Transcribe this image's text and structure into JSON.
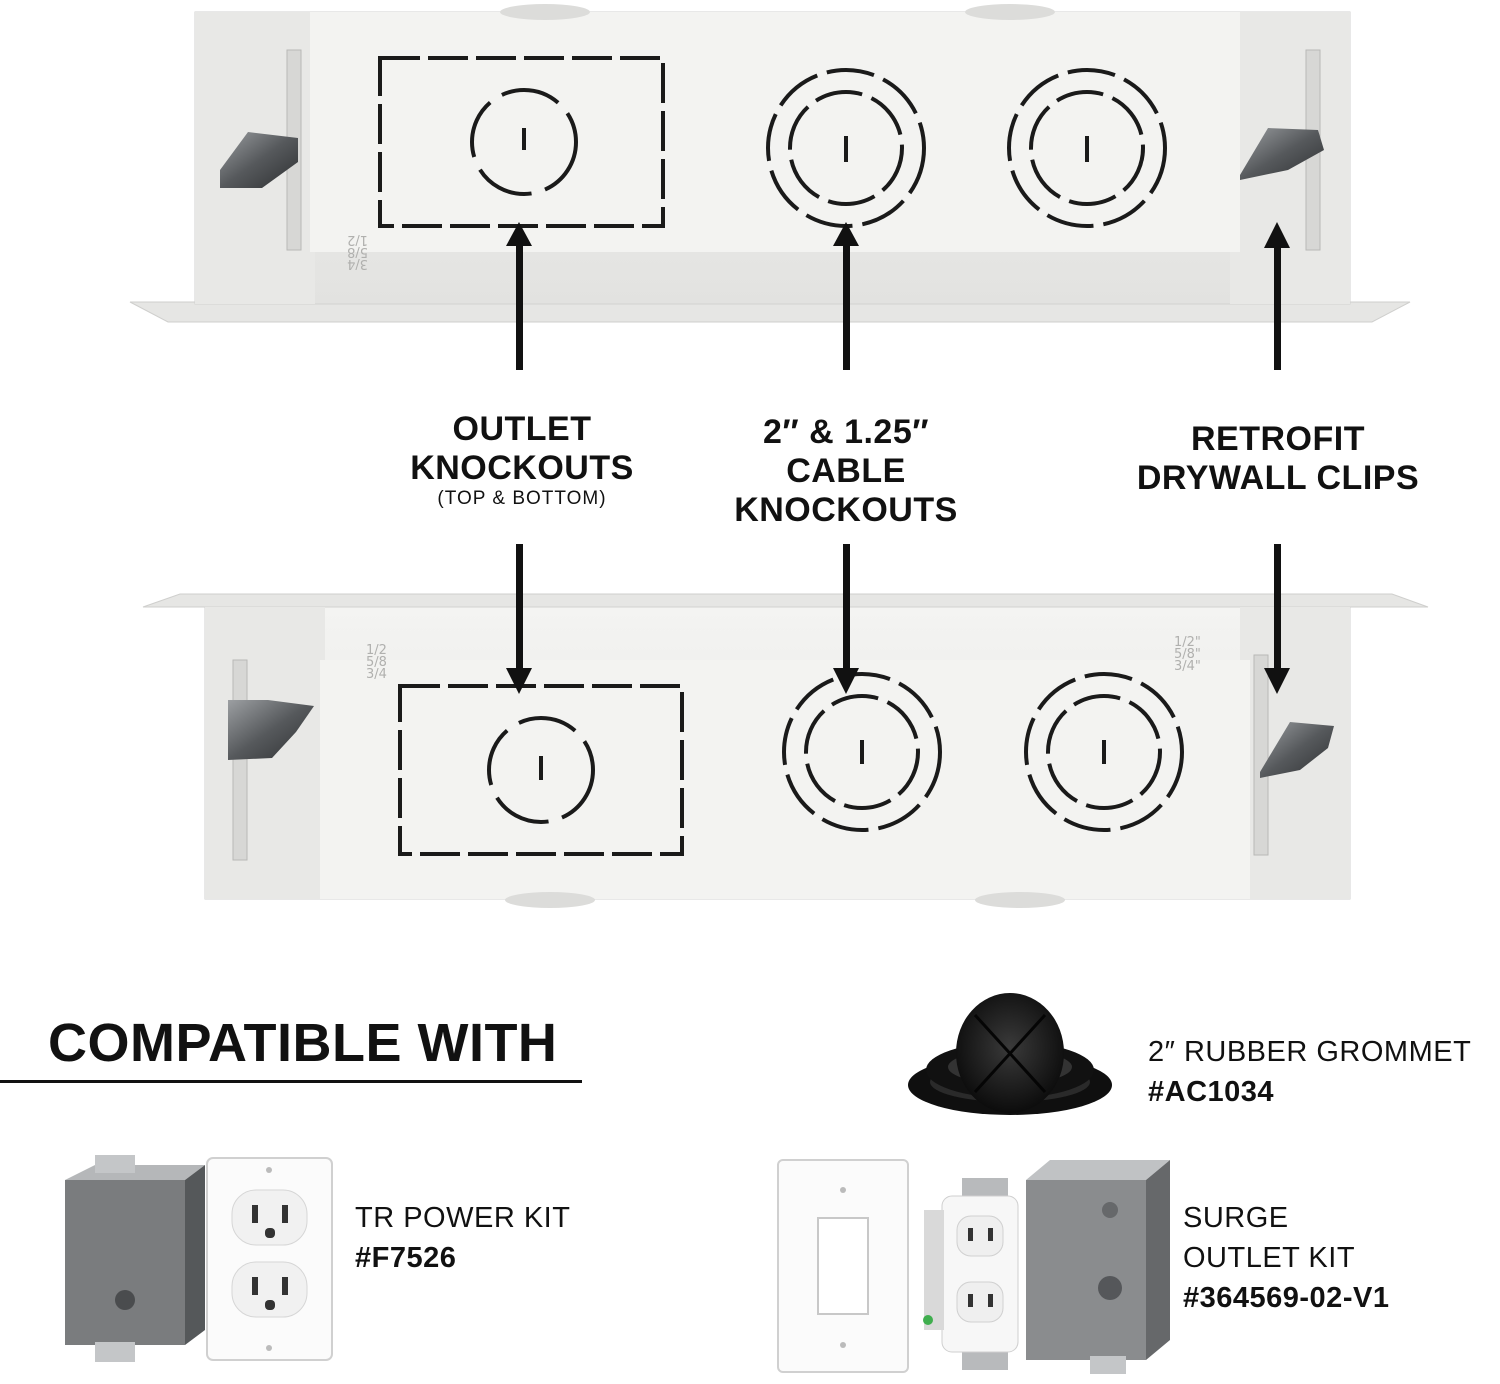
{
  "callouts": {
    "outlet": {
      "line1": "OUTLET",
      "line2": "KNOCKOUTS",
      "sub": "(TOP & BOTTOM)"
    },
    "cable": {
      "line1": "2″ & 1.25″",
      "line2": "CABLE",
      "line3": "KNOCKOUTS"
    },
    "retrofit": {
      "line1": "RETROFIT",
      "line2": "DRYWALL CLIPS"
    }
  },
  "box_marks": {
    "top_left": [
      "3/4",
      "5/8",
      "1/2"
    ],
    "bottom_left": [
      "1/2",
      "5/8",
      "3/4"
    ],
    "bottom_right": [
      "1/2\"",
      "5/8\"",
      "3/4\""
    ]
  },
  "compatible": {
    "title": "COMPATIBLE WITH",
    "products": [
      {
        "name": "2″ RUBBER GROMMET",
        "sku": "#AC1034"
      },
      {
        "name": "TR POWER KIT",
        "sku": "#F7526"
      },
      {
        "name": "SURGE",
        "name2": "OUTLET KIT",
        "sku": "#364569-02-V1"
      }
    ]
  },
  "colors": {
    "box": "#eeeeec",
    "box_shade": "#dcdcda",
    "ink": "#111111",
    "metal": "#6c6e70"
  }
}
